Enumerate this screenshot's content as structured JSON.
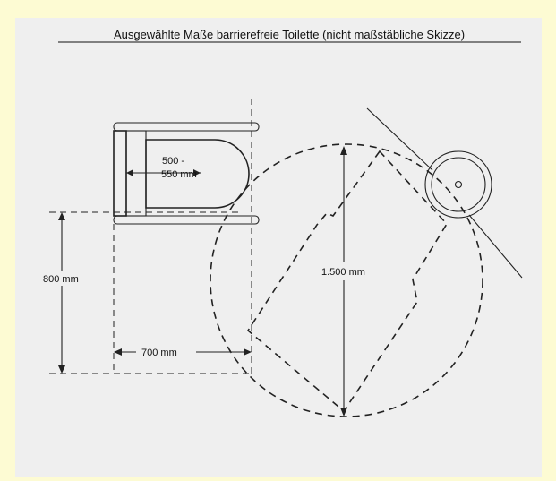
{
  "diagram": {
    "title": "Ausgewählte Maße barrierefreie Toilette (nicht maßstäbliche Skizze)",
    "labels": {
      "seat_width_line1": "500 -",
      "seat_width_line2": "550 mm",
      "depth": "800 mm",
      "side_space": "700 mm",
      "turning_diameter": "1.500 mm"
    },
    "colors": {
      "background": "#fdfbd3",
      "panel": "#efefef",
      "ink": "#222222"
    }
  }
}
